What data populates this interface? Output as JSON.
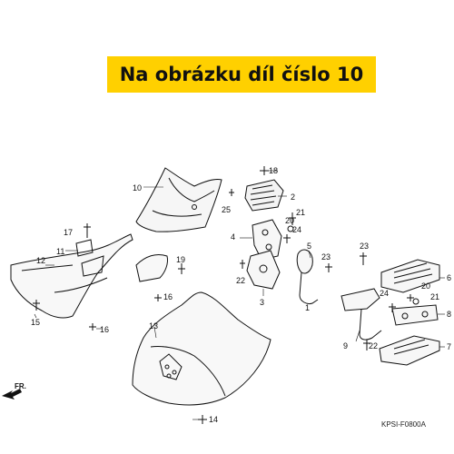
{
  "banner": {
    "text": "Na obrázku díl číslo 10",
    "background": "#FFD000"
  },
  "diagram_code": "KPSI-F0800A",
  "direction": "FR.",
  "labels": {
    "l1": "1",
    "l2": "2",
    "l3": "3",
    "l4": "4",
    "l5": "5",
    "l6": "6",
    "l7": "7",
    "l8": "8",
    "l9": "9",
    "l10": "10",
    "l11": "11",
    "l12": "12",
    "l13": "13",
    "l14": "14",
    "l15": "15",
    "l16a": "16",
    "l16b": "16",
    "l17": "17",
    "l18": "18",
    "l19": "19",
    "l20a": "20",
    "l20b": "20",
    "l21a": "21",
    "l21b": "21",
    "l22a": "22",
    "l22b": "22",
    "l23a": "23",
    "l23b": "23",
    "l24a": "24",
    "l24b": "24",
    "l25": "25"
  }
}
